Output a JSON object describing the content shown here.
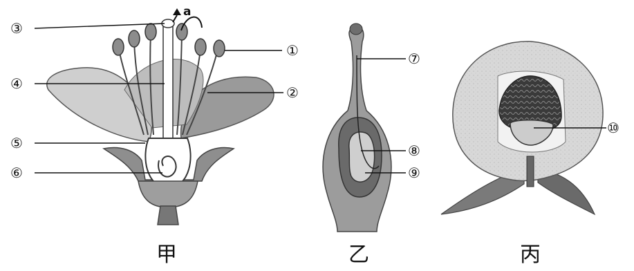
{
  "figures": [
    {
      "caption": "甲"
    },
    {
      "caption": "乙"
    },
    {
      "caption": "丙"
    }
  ],
  "labels": [
    "③",
    "①",
    "④",
    "②",
    "⑤",
    "⑥",
    "⑦",
    "⑧",
    "⑨",
    "⑩"
  ],
  "arrow_label": "a"
}
